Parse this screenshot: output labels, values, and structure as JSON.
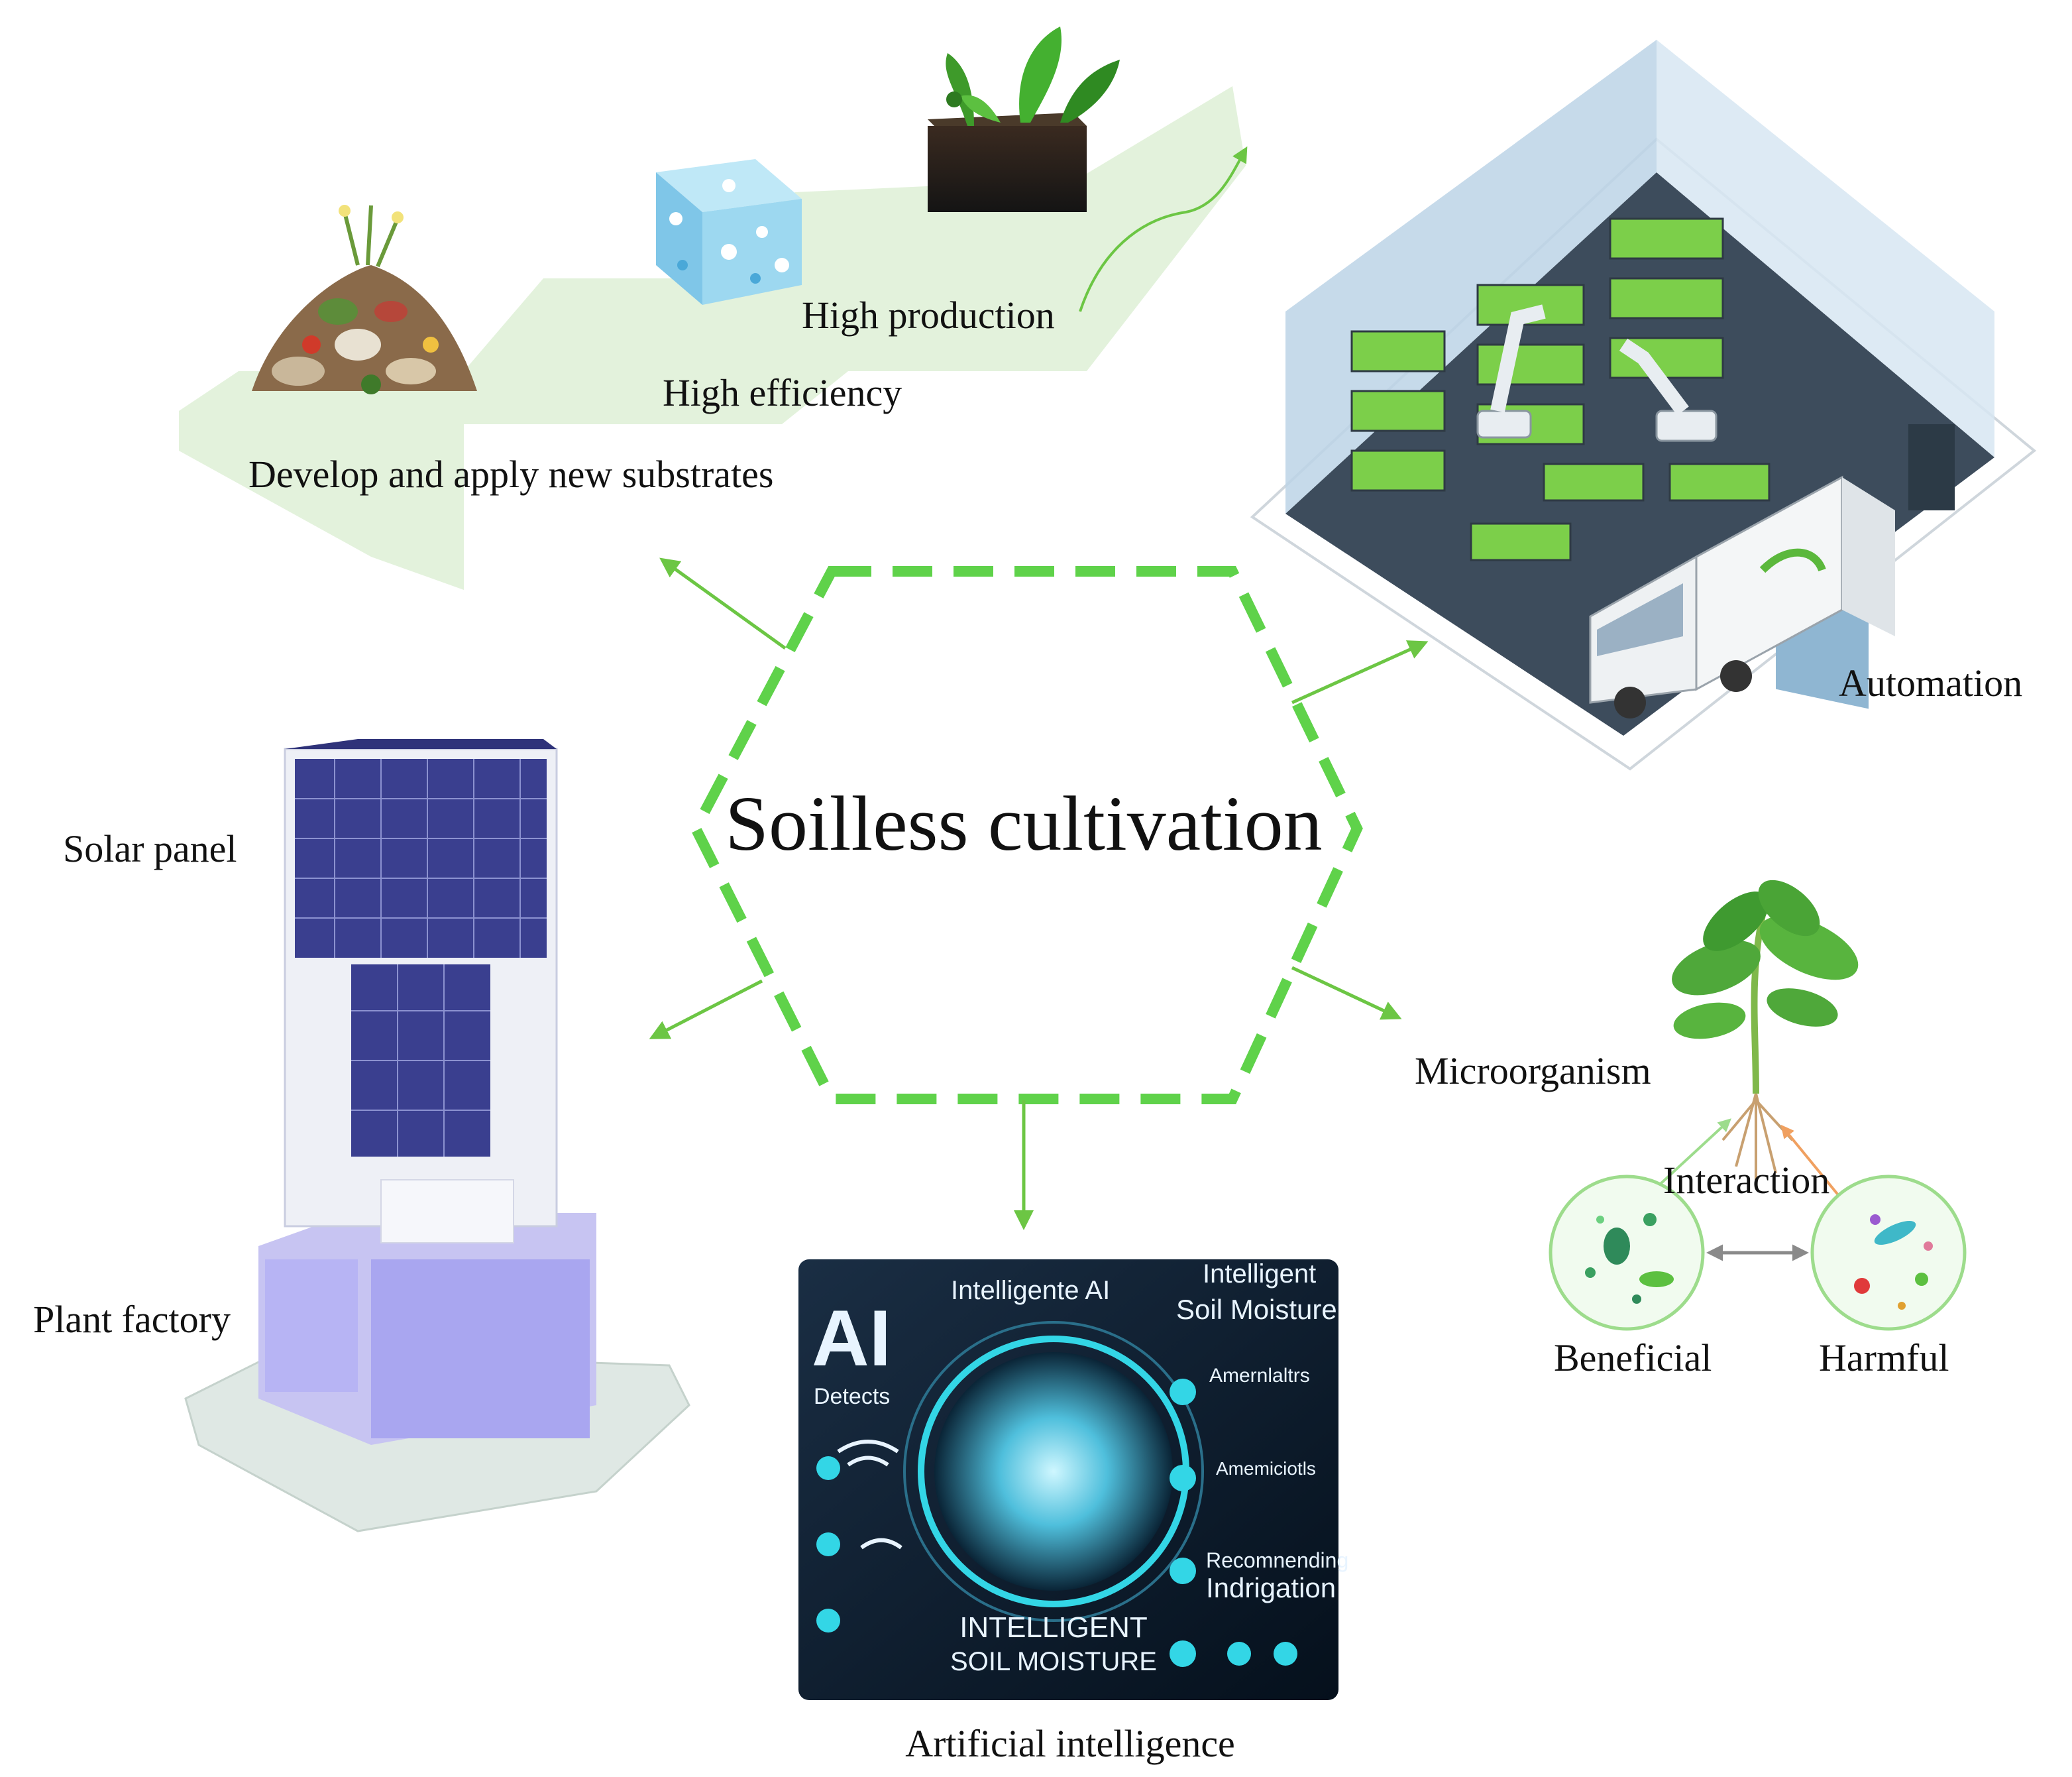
{
  "title": "Soilless cultivation",
  "labels": {
    "develop": "Develop and apply new substrates",
    "efficiency": "High efficiency",
    "production": "High production",
    "automation": "Automation",
    "solar_panel": "Solar panel",
    "plant_factory": "Plant factory",
    "microorganism": "Microorganism",
    "interaction": "Interaction",
    "beneficial": "Beneficial",
    "harmful": "Harmful",
    "artificial_intelligence": "Artificial intelligence"
  },
  "ai_panel": {
    "big": "AI",
    "detects": "Detects",
    "header_left": "Intelligente AI",
    "header_right_1": "Intelligent",
    "header_right_2": "Soil Moisture",
    "item_1": "Amernlaltrs",
    "item_2": "Amemiciotls",
    "item_3a": "Recomnending",
    "item_3b": "Indrigation",
    "bottom_1": "INTELLIGENT",
    "bottom_2": "SOIL MOISTURE"
  },
  "colors": {
    "accent_green": "#6cc644",
    "hex_dash": "#5fd24a",
    "band_green": "#e3f2dc",
    "solar_blue": "#3a3f8f",
    "factory_purple": "#a9a6f0",
    "ai_dark": "#0d1a2a",
    "ai_glow": "#33d6e6"
  }
}
